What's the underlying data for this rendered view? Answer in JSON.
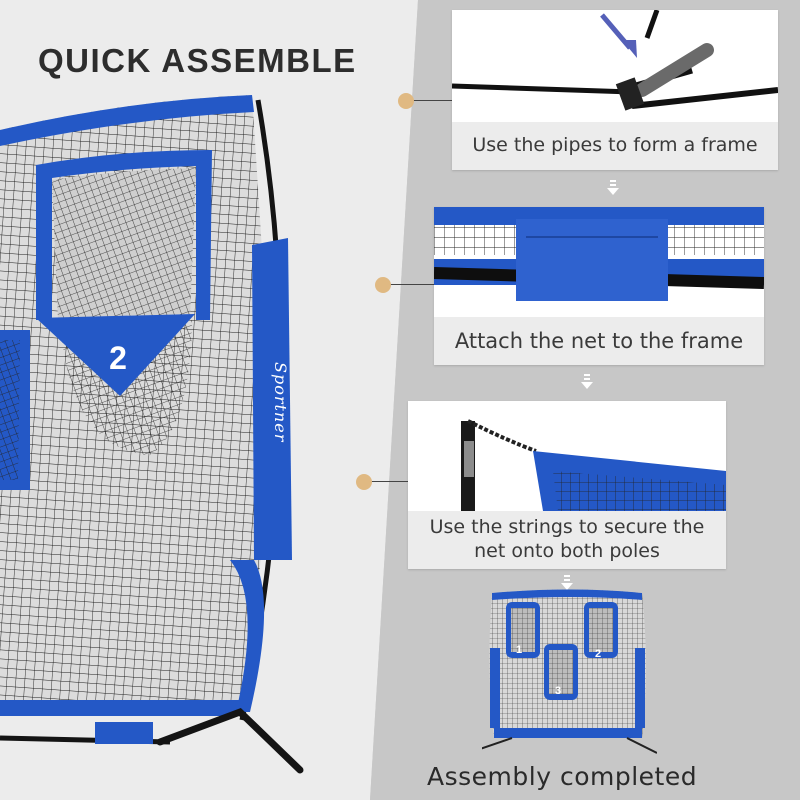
{
  "page": {
    "title": "QUICK ASSEMBLE"
  },
  "main_product": {
    "target_number": "2",
    "brand_text": "Sportner"
  },
  "steps": [
    {
      "caption": "Use the pipes to form a frame"
    },
    {
      "caption": "Attach the net to the frame"
    },
    {
      "caption_lines": [
        "Use the strings to secure the",
        "net onto both poles"
      ]
    }
  ],
  "final": {
    "label": "Assembly completed",
    "target_numbers": [
      "1",
      "3",
      "2"
    ]
  },
  "colors": {
    "brand_blue": "#2458c6",
    "dot": "#e0b982",
    "background": "#c9c9c9"
  }
}
